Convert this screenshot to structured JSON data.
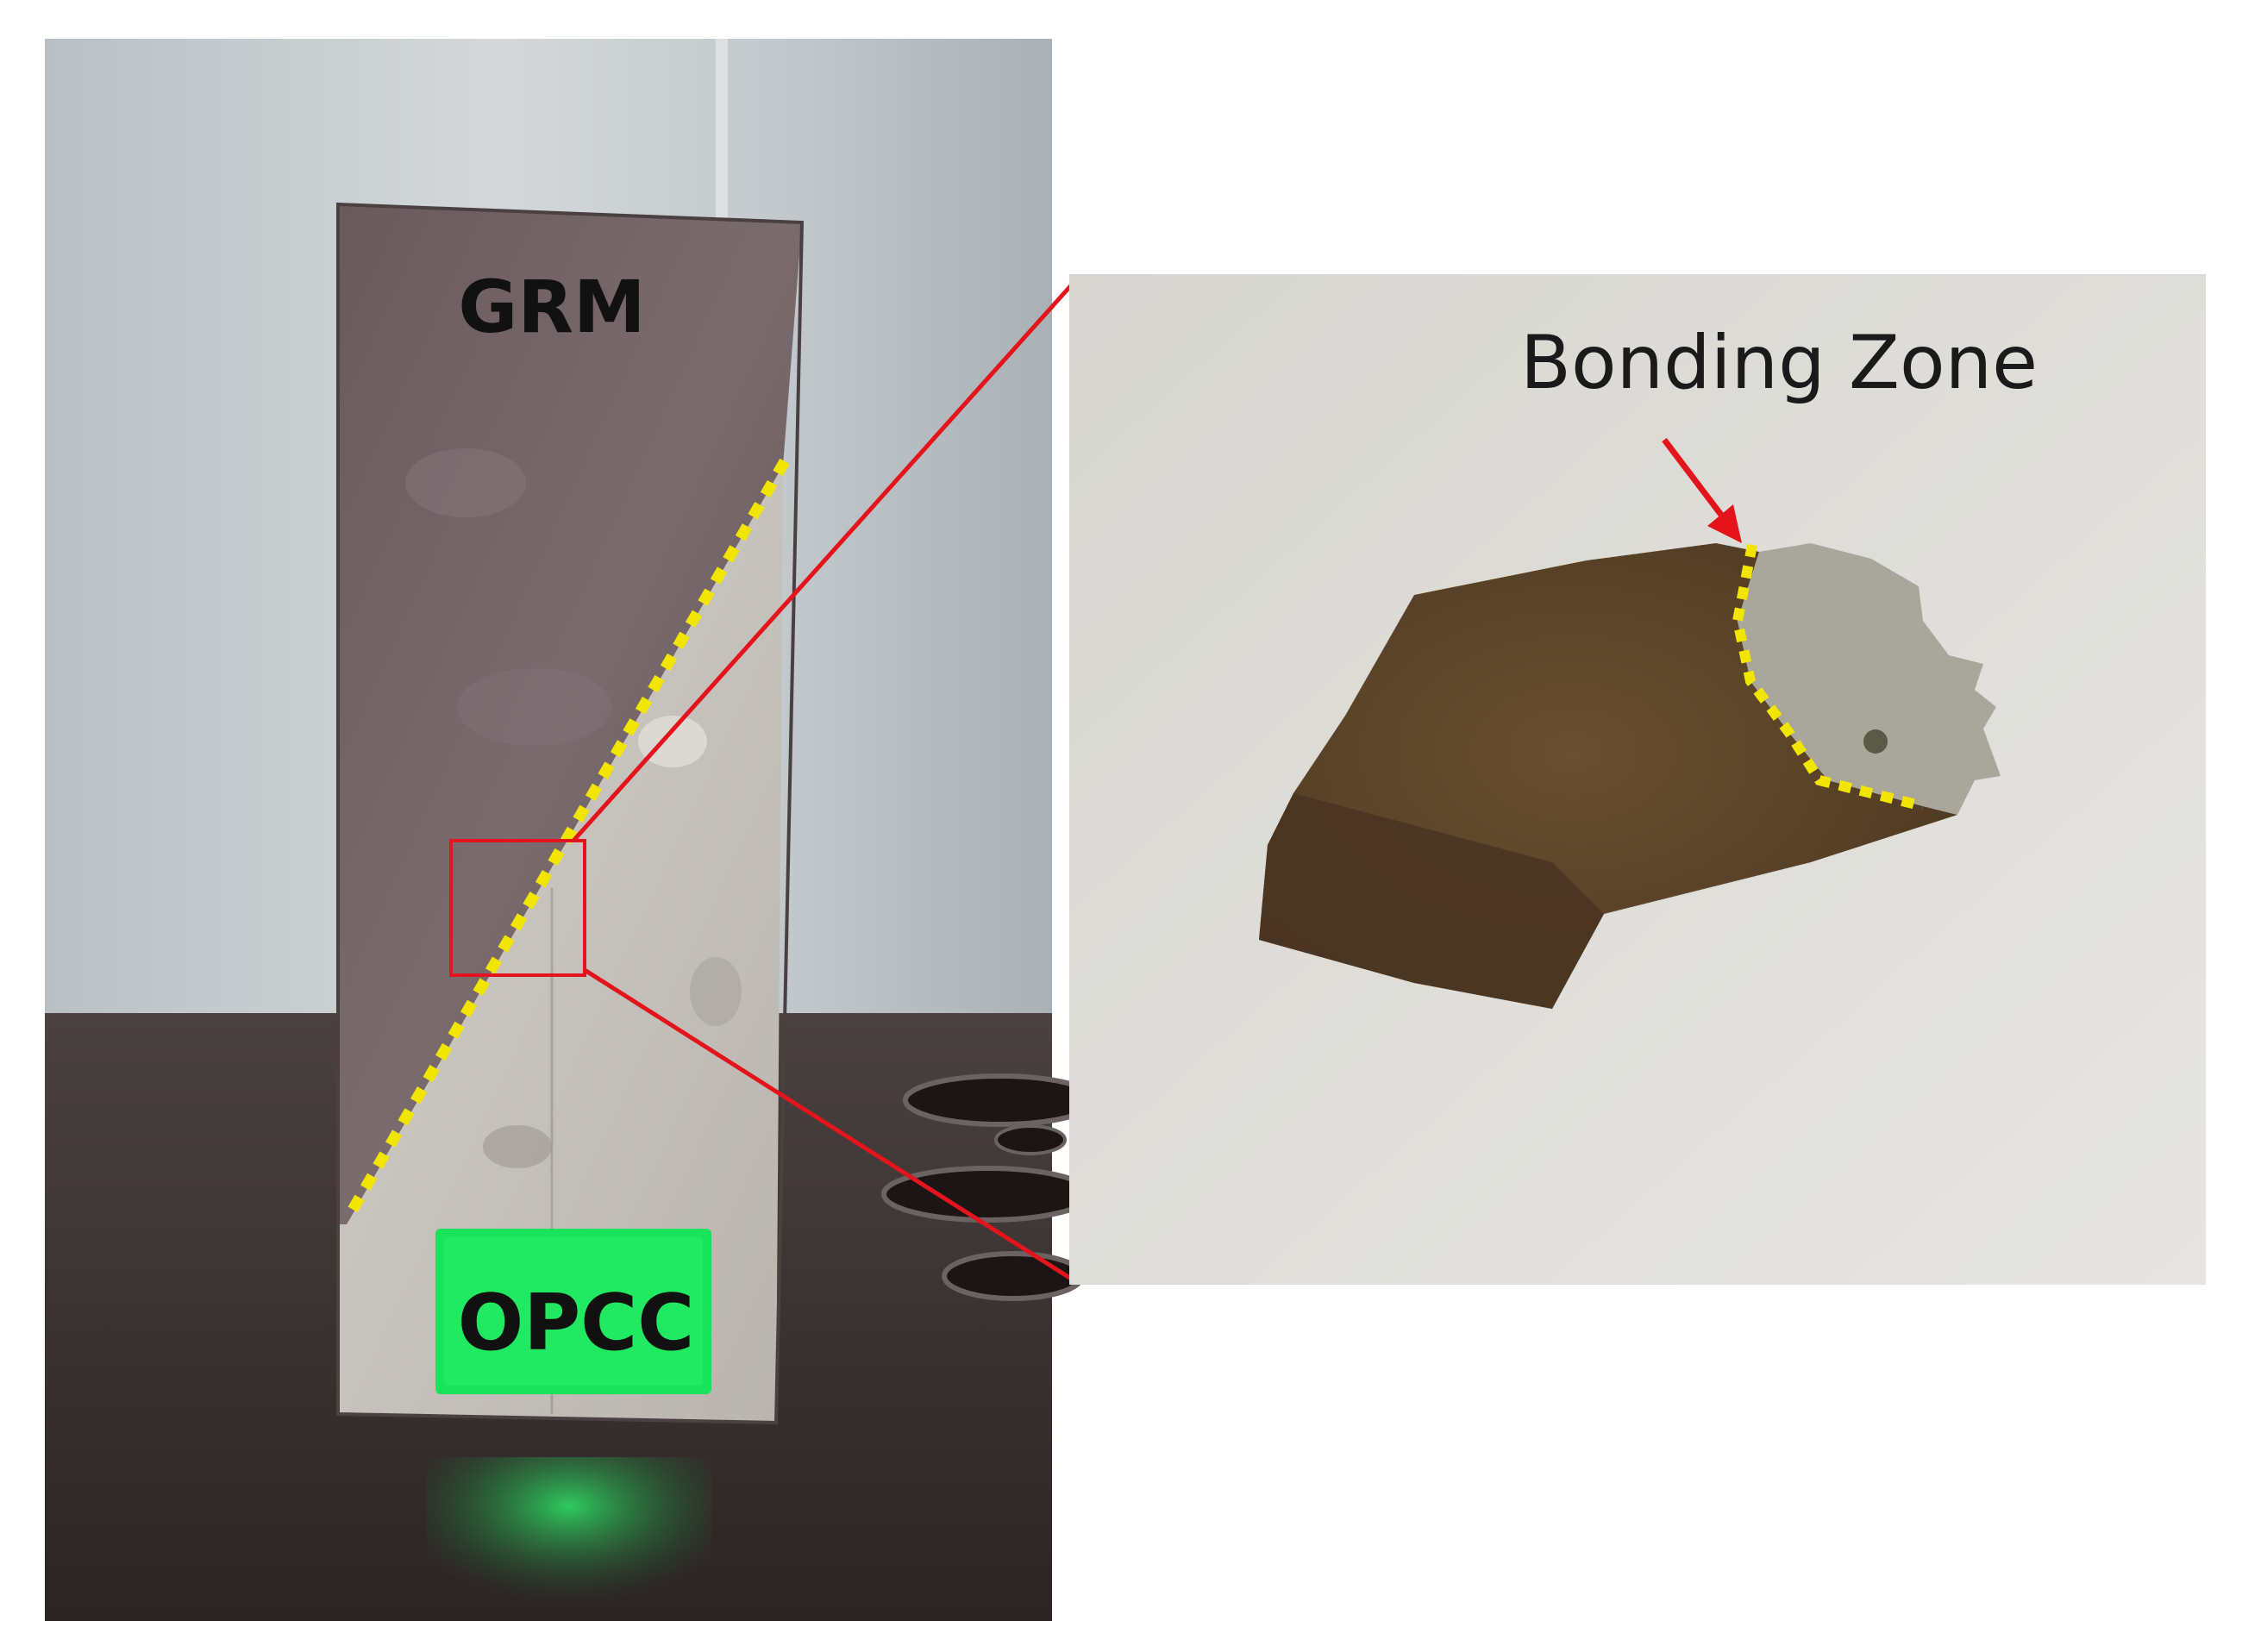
{
  "labels": {
    "top_material": "GRM",
    "bottom_material": "OPCC",
    "callout": "Bonding Zone"
  },
  "colors": {
    "interface_line": "#f2e600",
    "zoom_indicator": "#e3141b",
    "label_sticker": "#19e35a",
    "grm_surface": "#6d5f63",
    "opcc_surface": "#c9c4bf",
    "fragment_grm": "#5c4426",
    "fragment_opcc": "#a9a69c",
    "background_wall": "#c8cdd0",
    "background_table": "#3b3232"
  }
}
